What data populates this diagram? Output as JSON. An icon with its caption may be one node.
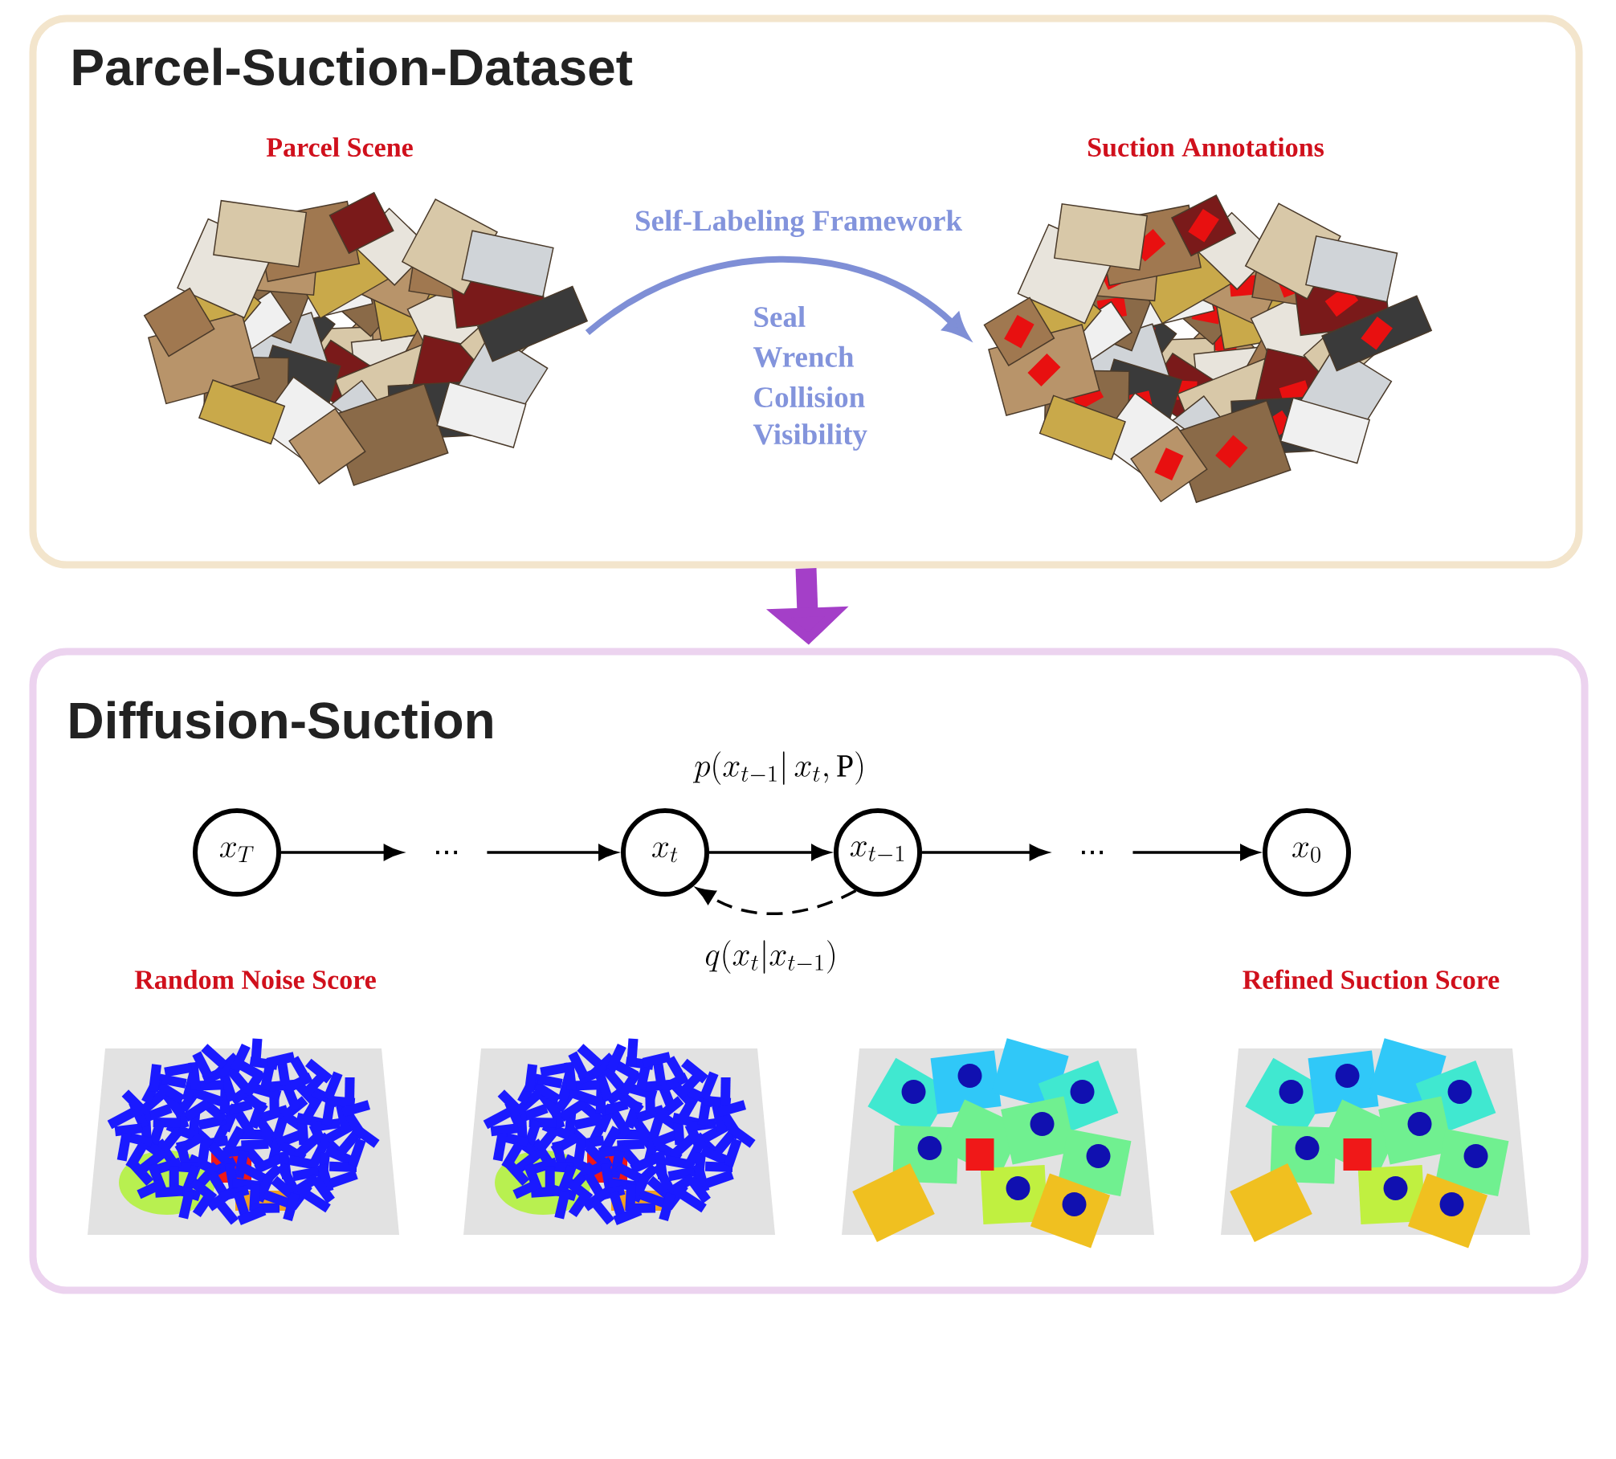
{
  "diagram": {
    "nodes": [
      {
        "text": [
          "Parcel-Suction-Dataset"
        ]
      },
      {
        "text": [
          "Parcel Scene"
        ],
        "in": 0
      },
      {
        "text": [
          "Suction Annotations"
        ],
        "in": 0
      },
      {
        "text": [
          "Diffusion-Suction"
        ]
      },
      {
        "text": [
          "x_T"
        ],
        "in": 3
      },
      {
        "text": [
          "..."
        ],
        "in": 3
      },
      {
        "text": [
          "x_t"
        ],
        "in": 3
      },
      {
        "text": [
          "x_{t-1}"
        ],
        "in": 3
      },
      {
        "text": [
          "..."
        ],
        "in": 3
      },
      {
        "text": [
          "x_0"
        ],
        "in": 3
      },
      {
        "text": [
          "Random Noise Score"
        ],
        "in": 3
      },
      {
        "text": [],
        "shape": "picture",
        "in": 3
      },
      {
        "text": [],
        "shape": "picture",
        "in": 3
      },
      {
        "text": [
          "Refined Suction Score"
        ],
        "in": 3
      }
    ],
    "edges": [
      {
        "from": 1,
        "to": 2,
        "arrow": "to",
        "label": "Self-Labeling Framework",
        "style": "thick",
        "color": "#7f8fd6"
      },
      {
        "from": 0,
        "to": 3,
        "arrow": "to",
        "style": "thick",
        "color": "#a43fc8"
      },
      {
        "from": 4,
        "to": 5,
        "arrow": "to"
      },
      {
        "from": 5,
        "to": 6,
        "arrow": "to"
      },
      {
        "from": 6,
        "to": 7,
        "arrow": "to",
        "label": "p(x_{t-1}|\\, x_t ,\\mathrm{P})"
      },
      {
        "from": 7,
        "to": 8,
        "arrow": "to"
      },
      {
        "from": 8,
        "to": 9,
        "arrow": "to"
      },
      {
        "from": 7,
        "to": 6,
        "arrow": "to",
        "style": "dashed",
        "label": "q(x_t|x_{t-1})"
      }
    ],
    "labels": [
      "Seal",
      "Wrench",
      "Collision",
      "Visibility"
    ]
  }
}
